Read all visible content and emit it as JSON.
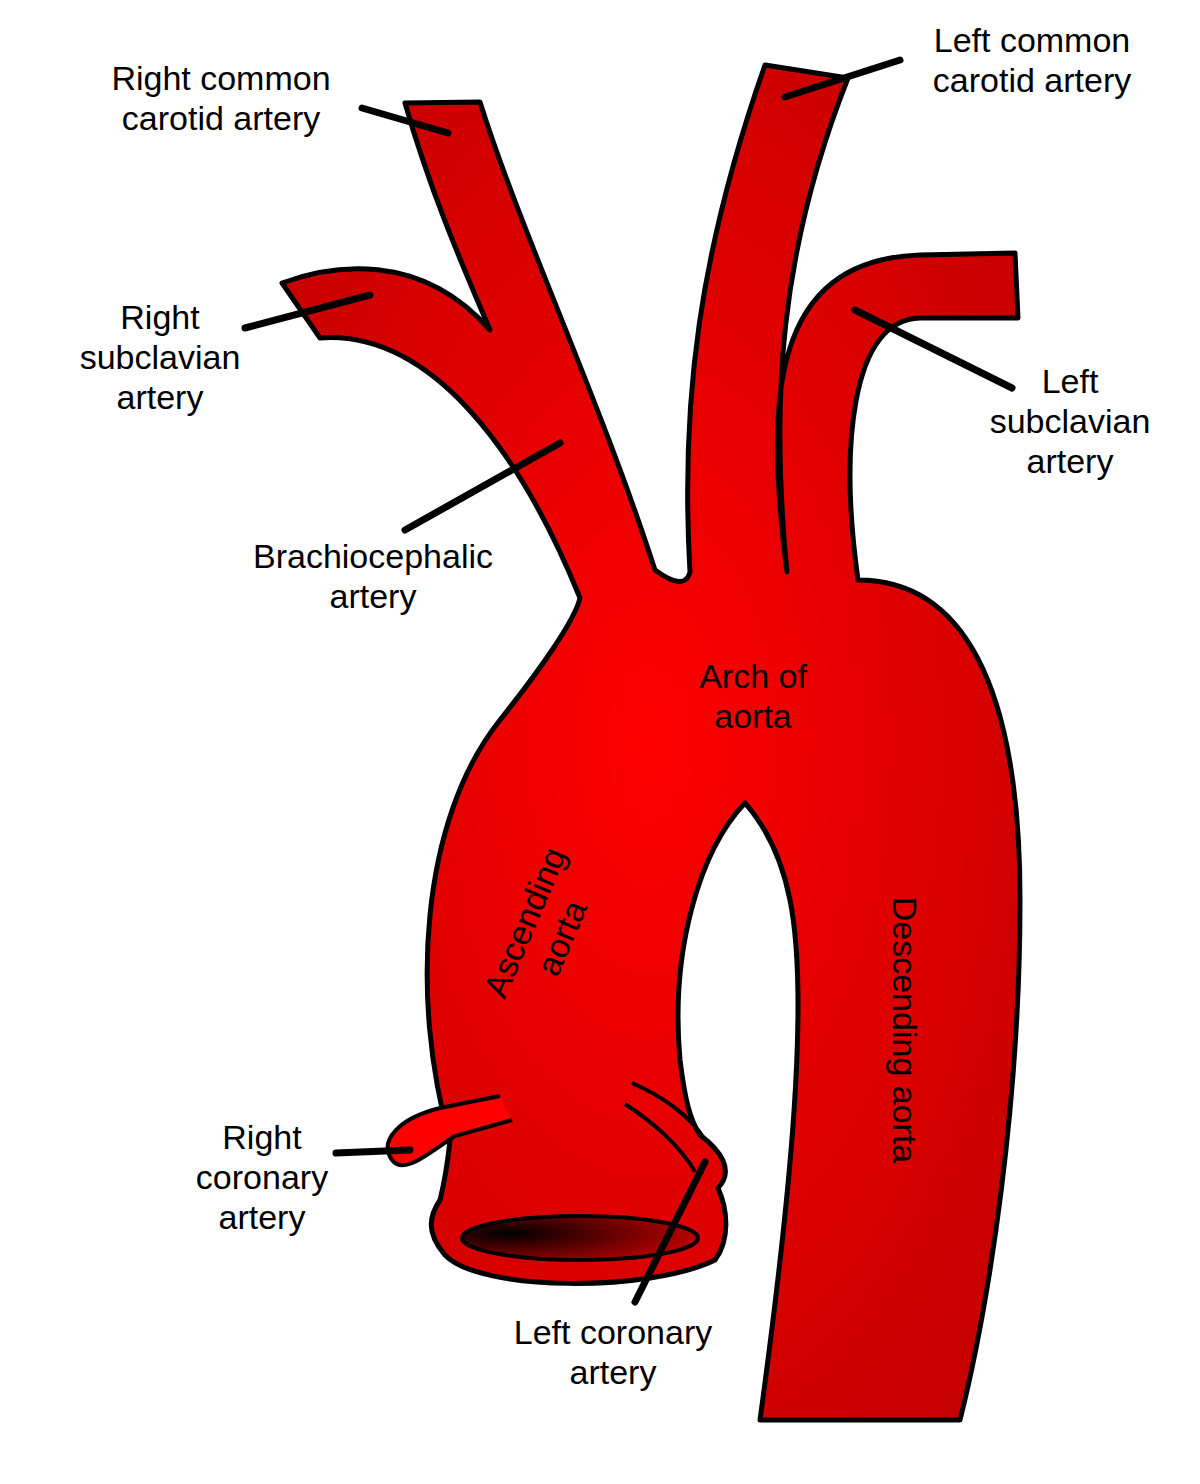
{
  "diagram": {
    "labels": [
      "Right common carotid artery",
      "Right subclavian artery",
      "Brachiocephalic artery",
      "Left common carotid artery",
      "Left subclavian artery",
      "Arch of aorta",
      "Ascending aorta",
      "Descending aorta",
      "Right coronary artery",
      "Left coronary artery"
    ]
  }
}
